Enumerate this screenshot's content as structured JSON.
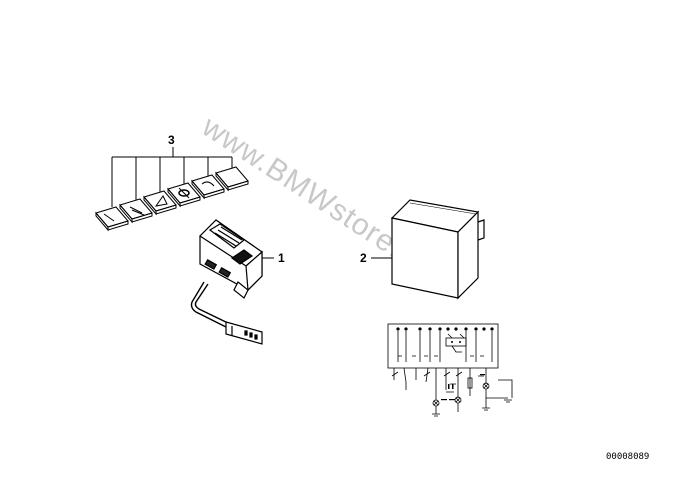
{
  "callouts": {
    "switch": "1",
    "relay_module": "2",
    "button_caps": "3"
  },
  "watermark": "www.BMWstore.pl",
  "drawing_number": "00008089",
  "colors": {
    "line": "#000000",
    "background": "#ffffff",
    "watermark": "#c8c8c8"
  }
}
